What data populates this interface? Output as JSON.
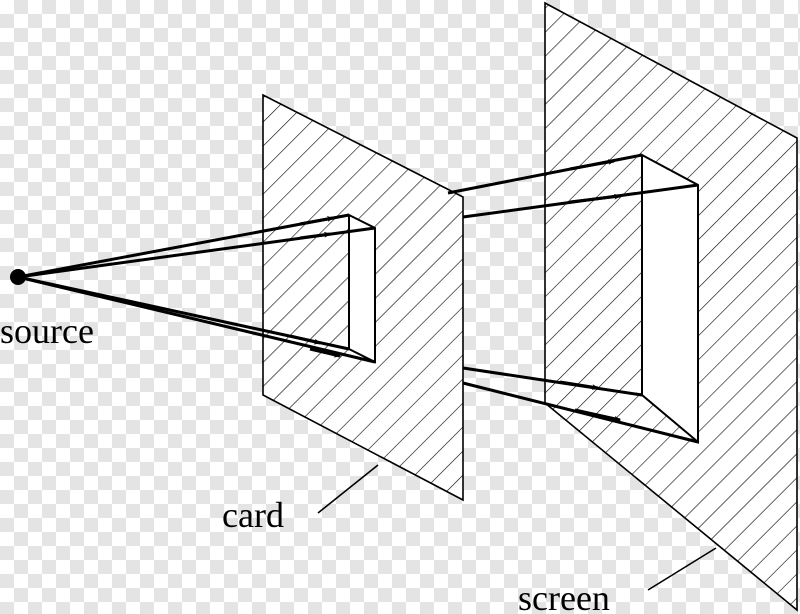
{
  "labels": {
    "source": "source",
    "card": "card",
    "screen": "screen"
  },
  "colors": {
    "ink": "#000000",
    "paper": "#ffffff",
    "transparency_checker": "#e4e4e4"
  }
}
